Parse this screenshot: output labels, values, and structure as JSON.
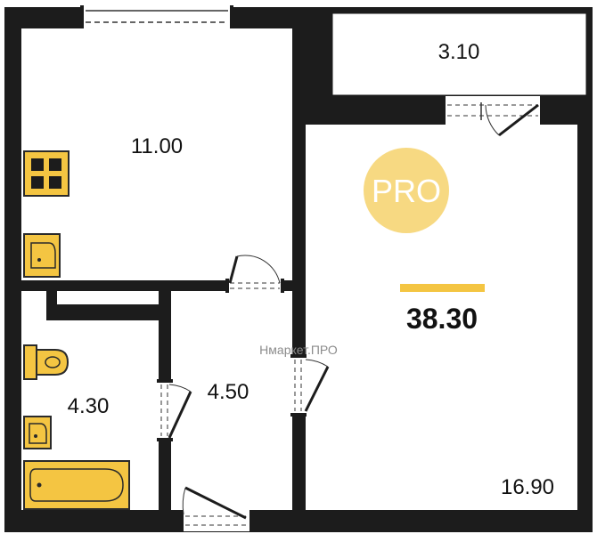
{
  "colors": {
    "wall": "#1c1c1c",
    "floor": "#ffffff",
    "fixture": "#f4c542",
    "fixture_stroke": "#2a2a2a",
    "pro_badge": "#f7d982",
    "pro_text": "#ffffff",
    "accent_bar": "#f4c542",
    "watermark": "#8c8c8c"
  },
  "rooms": {
    "kitchen_area": "11.00",
    "balcony_area": "3.10",
    "living_area": "16.90",
    "bathroom_area": "4.30",
    "hall_area": "4.50"
  },
  "total_area": "38.30",
  "badge": {
    "label": "PRO"
  },
  "watermark": {
    "label": "Нмаркет.ПРО"
  },
  "icons": {
    "stove": "stove-icon",
    "kitchen_sink": "kitchen-sink-icon",
    "toilet": "toilet-icon",
    "bath_sink": "bath-sink-icon",
    "bathtub": "bathtub-icon",
    "door": "door-swing-icon",
    "window": "window-icon"
  }
}
